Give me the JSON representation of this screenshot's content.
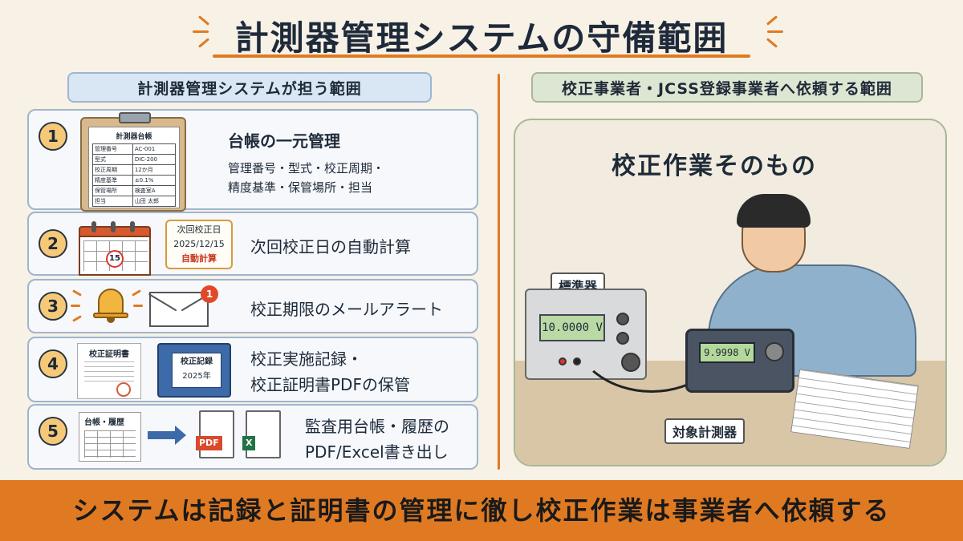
{
  "title": "計測器管理システムの守備範囲",
  "left_panel": {
    "header": "計測器管理システムが担う範囲",
    "items": [
      {
        "number": "1",
        "title": "台帳の一元管理",
        "sub1": "管理番号・型式・校正周期・",
        "sub2": "精度基準・保管場所・担当",
        "ledger": {
          "heading": "計測器台帳",
          "rows": [
            [
              "管理番号",
              "AC-001"
            ],
            [
              "型式",
              "DIC-200"
            ],
            [
              "校正周期",
              "12か月"
            ],
            [
              "精度基準",
              "±0.1%"
            ],
            [
              "保管場所",
              "検査室A"
            ],
            [
              "担当",
              "山田 太郎"
            ]
          ]
        }
      },
      {
        "number": "2",
        "title": "次回校正日の自動計算",
        "calendar_day": "15",
        "callout": {
          "line1": "次回校正日",
          "line2": "2025/12/15",
          "line3": "自動計算"
        }
      },
      {
        "number": "3",
        "title": "校正期限のメールアラート",
        "badge": "1"
      },
      {
        "number": "4",
        "title1": "校正実施記録・",
        "title2": "校正証明書PDFの保管",
        "cert_label": "校正証明書",
        "binder_line1": "校正記録",
        "binder_line2": "2025年"
      },
      {
        "number": "5",
        "title1": "監査用台帳・履歴の",
        "title2": "PDF/Excel書き出し",
        "sheet_label": "台帳・履歴",
        "pdf_tag": "PDF",
        "excel_tag": "X"
      }
    ]
  },
  "right_panel": {
    "header": "校正事業者・JCSS登録事業者へ依頼する範囲",
    "scene_title": "校正作業そのもの",
    "standard_label": "標準器",
    "standard_reading": "10.0000 V",
    "dut_label": "対象計測器",
    "dut_reading": "9.9998 V"
  },
  "footer": "システムは記録と証明書の管理に徹し校正作業は事業者へ依頼する",
  "colors": {
    "accent": "#e07a22",
    "left_border": "#9fb5cc",
    "right_border": "#a7b797",
    "background": "#f7f1e6"
  }
}
